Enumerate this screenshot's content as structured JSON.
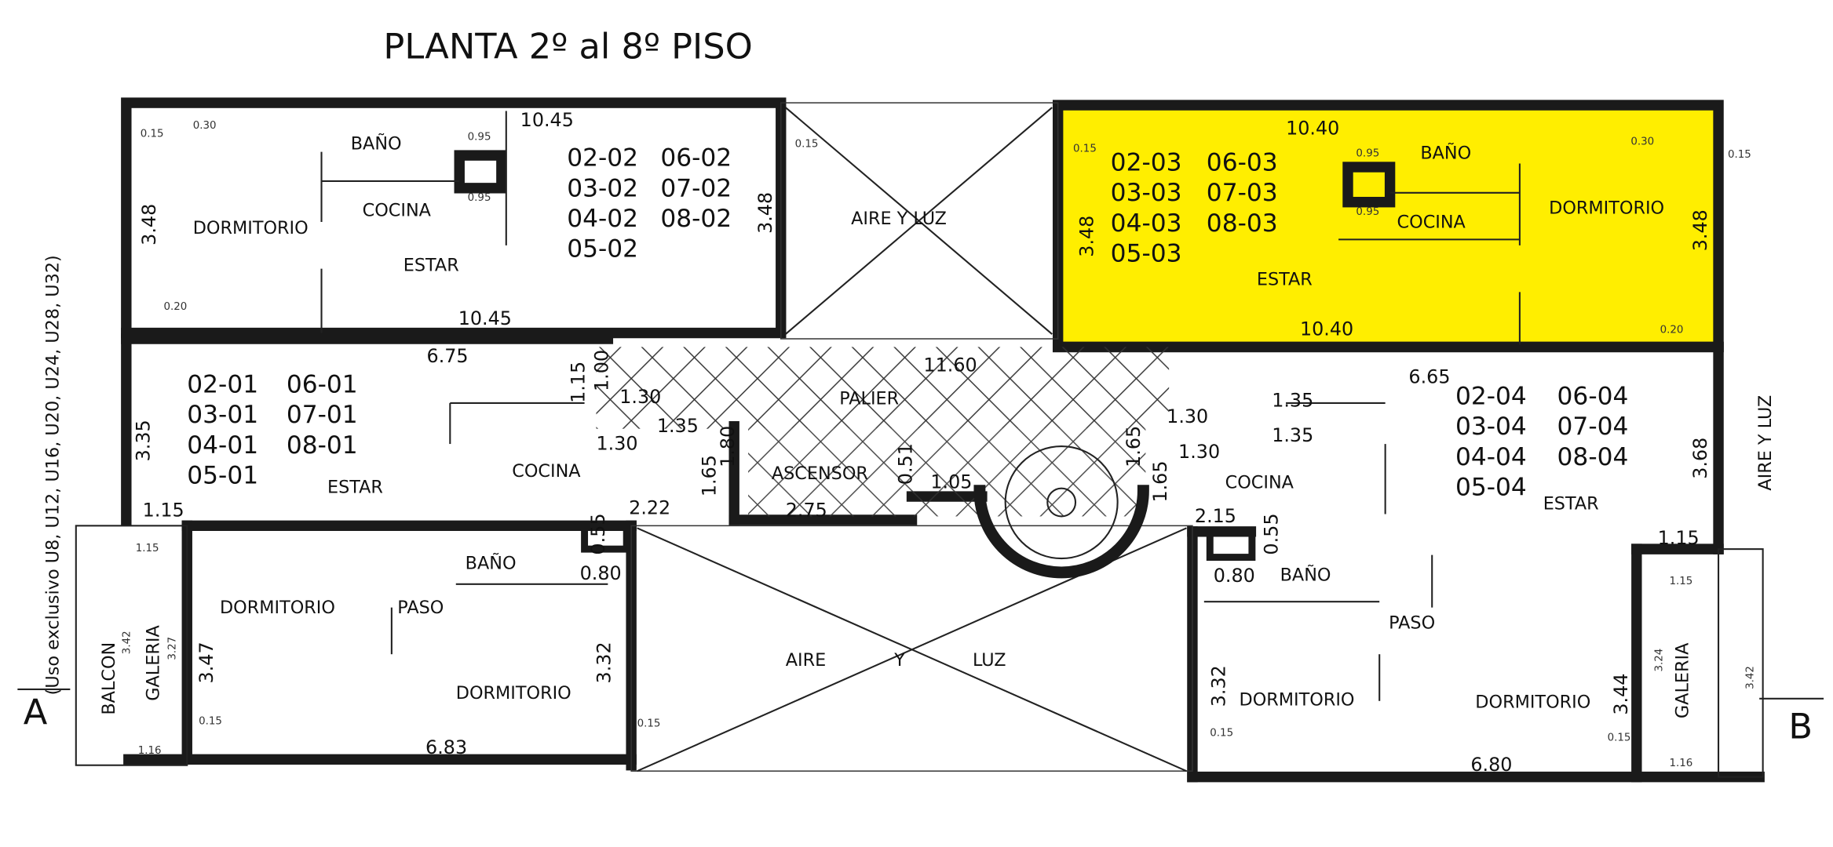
{
  "title": "PLANTA   2º al 8º PISO",
  "highlight_color": "#ffee00",
  "side_note": "(Uso exclusivo U8, U12, U16, U20, U24, U28, U32)",
  "section_marks": {
    "left": "A",
    "right": "B"
  },
  "rooms": {
    "bano": "BAÑO",
    "cocina": "COCINA",
    "dormitorio": "DORMITORIO",
    "estar": "ESTAR",
    "aire_luz": "AIRE Y LUZ",
    "aire": "AIRE",
    "y": "Y",
    "luz": "LUZ",
    "palier": "PALIER",
    "ascensor": "ASCENSOR",
    "paso": "PASO",
    "galeria": "GALERIA",
    "balcon": "BALCON"
  },
  "units": {
    "u02": [
      "02-02",
      "03-02",
      "04-02",
      "05-02",
      "06-02",
      "07-02",
      "08-02"
    ],
    "u03": [
      "02-03",
      "03-03",
      "04-03",
      "05-03",
      "06-03",
      "07-03",
      "08-03"
    ],
    "u01": [
      "02-01",
      "03-01",
      "04-01",
      "05-01",
      "06-01",
      "07-01",
      "08-01"
    ],
    "u04": [
      "02-04",
      "03-04",
      "04-04",
      "05-04",
      "06-04",
      "07-04",
      "08-04"
    ]
  },
  "dims": {
    "d1045": "10.45",
    "d1040": "10.40",
    "d348": "3.48",
    "d675": "6.75",
    "d1160": "11.60",
    "d665": "6.65",
    "d335": "3.35",
    "d368": "3.68",
    "d115": "1.15",
    "d222": "2.22",
    "d275": "2.75",
    "d215": "2.15",
    "d055": "0.55",
    "d080": "0.80",
    "d347": "3.47",
    "d332": "3.32",
    "d344": "3.44",
    "d683": "6.83",
    "d680": "6.80",
    "d105": "1.05",
    "d165": "1.65",
    "d180": "1.80",
    "d135": "1.35",
    "d130": "1.30",
    "d100": "1.00",
    "d051": "0.51",
    "d015": "0.15",
    "d030": "0.30",
    "d020": "0.20",
    "d095": "0.95",
    "d327": "3.27",
    "d324": "3.24",
    "d116": "1.16",
    "d342": "3.42"
  }
}
